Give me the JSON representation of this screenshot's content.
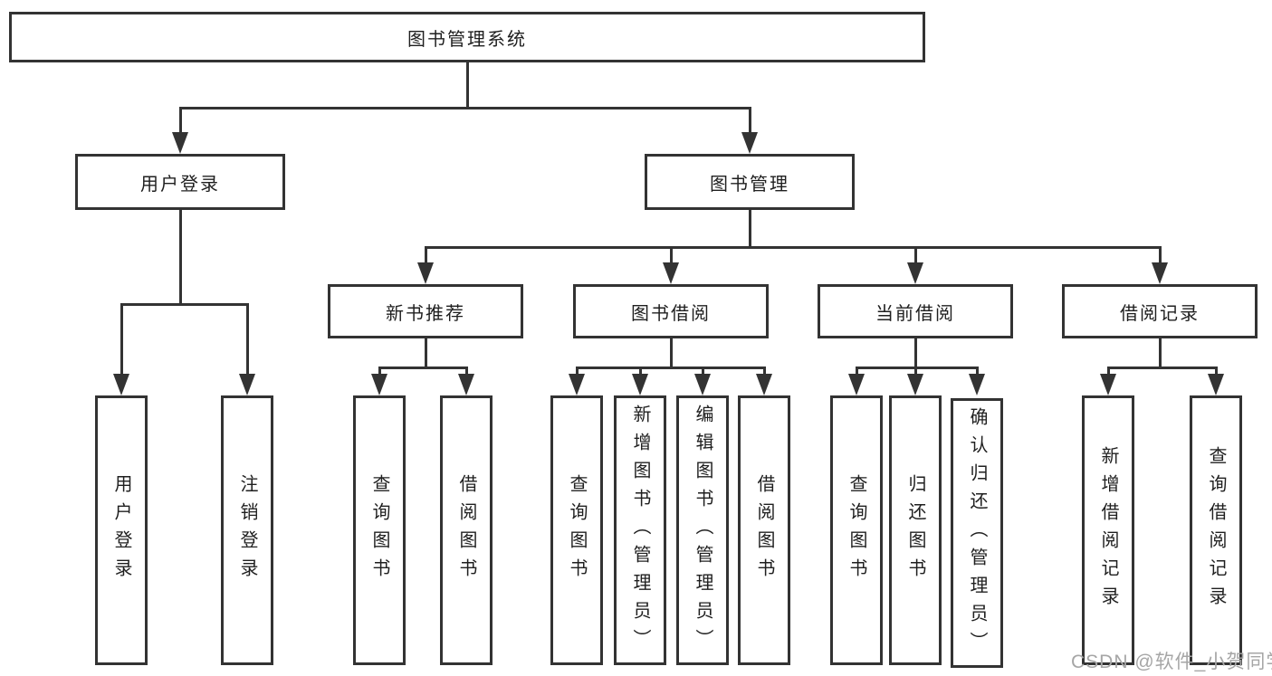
{
  "colors": {
    "line": "#333333",
    "box_border": "#333333",
    "box_fill": "#ffffff",
    "text": "#1f1f1f",
    "watermark": "#a6a6a6"
  },
  "watermark": {
    "text": "CSDN @软件_小贺同学"
  },
  "tree": {
    "label": "图书管理系统",
    "children": [
      {
        "label": "用户登录",
        "children": [
          {
            "label": "用户登录"
          },
          {
            "label": "注销登录"
          }
        ]
      },
      {
        "label": "图书管理",
        "children": [
          {
            "label": "新书推荐",
            "children": [
              {
                "label": "查询图书"
              },
              {
                "label": "借阅图书"
              }
            ]
          },
          {
            "label": "图书借阅",
            "children": [
              {
                "label": "查询图书"
              },
              {
                "label": "新增图书（管理员）"
              },
              {
                "label": "编辑图书（管理员）"
              },
              {
                "label": "借阅图书"
              }
            ]
          },
          {
            "label": "当前借阅",
            "children": [
              {
                "label": "查询图书"
              },
              {
                "label": "归还图书"
              },
              {
                "label": "确认归还（管理员）"
              }
            ]
          },
          {
            "label": "借阅记录",
            "children": [
              {
                "label": "新增借阅记录"
              },
              {
                "label": "查询借阅记录"
              }
            ]
          }
        ]
      }
    ]
  }
}
